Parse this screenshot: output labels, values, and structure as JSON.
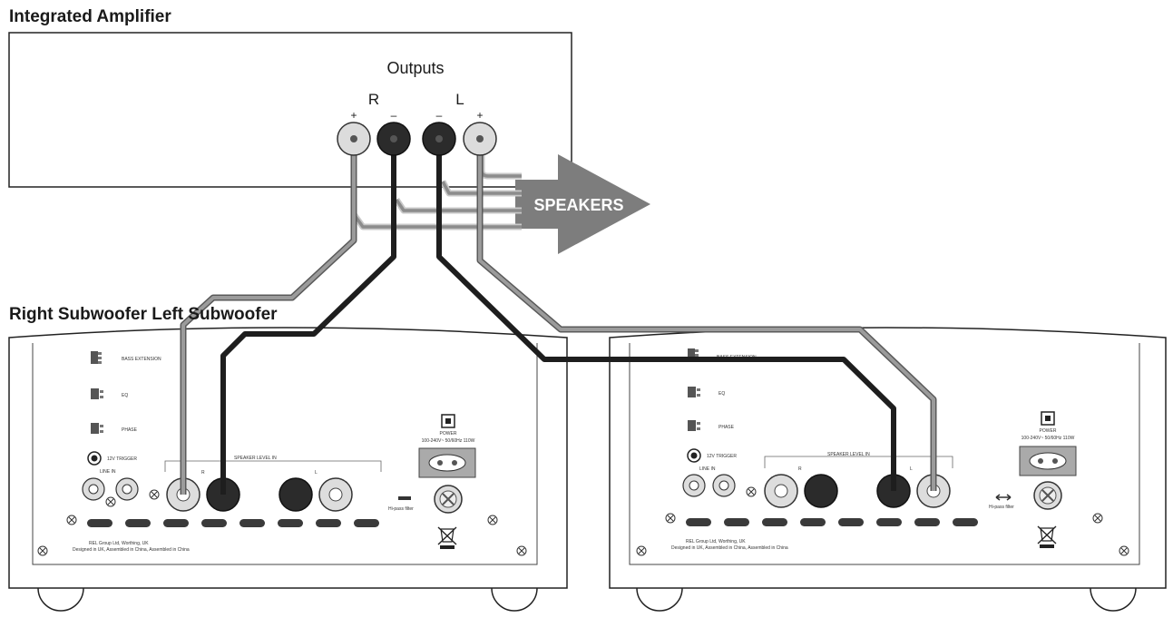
{
  "amplifier": {
    "title": "Integrated Amplifier",
    "outputs_label": "Outputs",
    "channel_right": "R",
    "channel_left": "L",
    "plus_sign": "+",
    "minus_sign": "–"
  },
  "speakers_label": "SPEAKERS",
  "subwoofers_title": "Right Subwoofer Left Subwoofer",
  "panel": {
    "bass_extension": "BASS EXTENSION",
    "eq": "EQ",
    "phase": "PHASE",
    "trigger": "12V TRIGGER",
    "line_in": "LINE IN",
    "speaker_level_in": "SPEAKER LEVEL IN",
    "power": "POWER",
    "power_spec": "100-240V~ 50/60Hz 110W",
    "hi_pass": "Hi-pass filter",
    "maker": "REL Group Ltd, Worthing, UK",
    "designed": "Designed in UK, Assembled in China, Assembled in China",
    "r": "R",
    "l": "L"
  },
  "colors": {
    "gray_wire": "#8c8c8c",
    "black_wire": "#1e1e1e",
    "arrow": "#7d7d7d"
  }
}
